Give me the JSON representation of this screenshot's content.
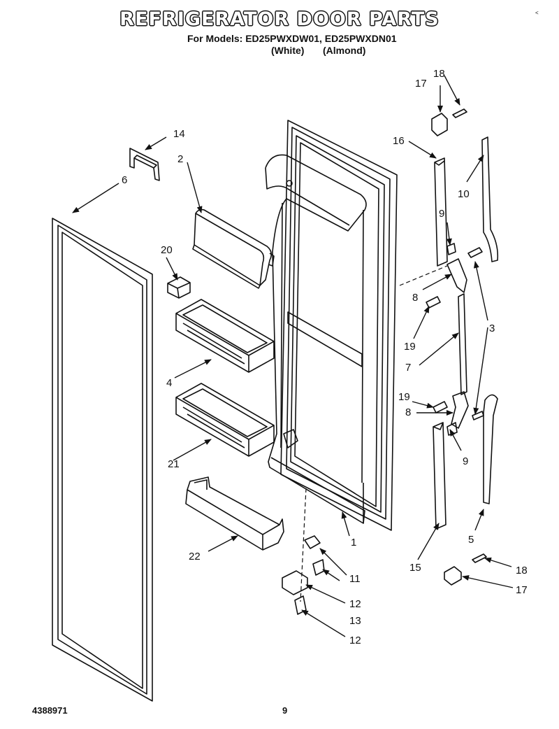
{
  "header": {
    "title": "REFRIGERATOR DOOR PARTS",
    "models": "For Models: ED25PWXDW01, ED25PWXDN01",
    "color_white": "(White)",
    "color_almond": "(Almond)"
  },
  "footer": {
    "part_number": "4388971",
    "page_number": "9"
  },
  "callouts": {
    "c18a": "18",
    "c17a": "17",
    "c14": "14",
    "c2": "2",
    "c16": "16",
    "c6": "6",
    "c10": "10",
    "c9a": "9",
    "c20": "20",
    "c8a": "8",
    "c3": "3",
    "c19a": "19",
    "c7": "7",
    "c4": "4",
    "c19b": "19",
    "c8b": "8",
    "c21": "21",
    "c9b": "9",
    "c5": "5",
    "c22": "22",
    "c1": "1",
    "c15": "15",
    "c11": "11",
    "c18b": "18",
    "c17b": "17",
    "c12a": "12",
    "c13": "13",
    "c12b": "12"
  }
}
